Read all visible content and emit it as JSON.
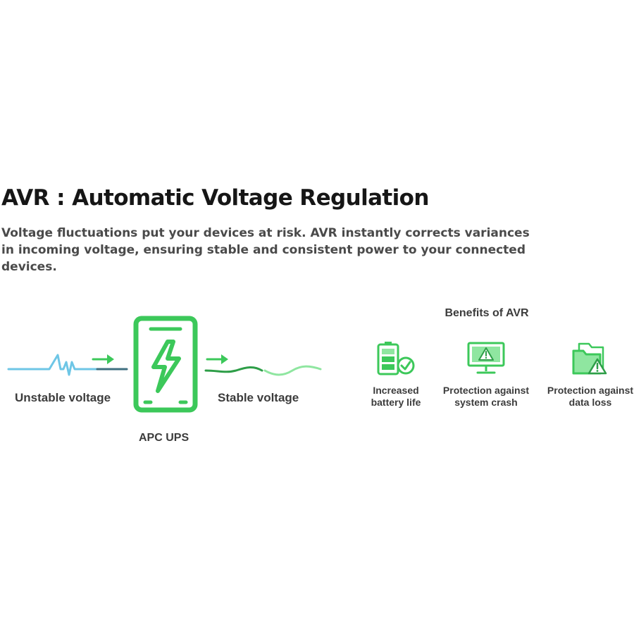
{
  "heading": {
    "title": "AVR : Automatic Voltage Regulation",
    "description": "Voltage fluctuations put your devices at risk. AVR instantly corrects variances in incoming voltage, ensuring stable and consistent power to your connected devices."
  },
  "diagram": {
    "input_label": "Unstable voltage",
    "device_label": "APC UPS",
    "output_label": "Stable voltage"
  },
  "benefits": {
    "title": "Benefits of AVR",
    "items": [
      {
        "line1": "Increased",
        "line2": "battery life",
        "icon": "battery-check-icon"
      },
      {
        "line1": "Protection against",
        "line2": "system crash",
        "icon": "monitor-warning-icon"
      },
      {
        "line1": "Protection against",
        "line2": "data loss",
        "icon": "folder-warning-icon"
      }
    ]
  },
  "colors": {
    "green": "#3cc85a",
    "light_green": "#8fe6a0",
    "dark_green": "#2e9e48",
    "blue": "#6ec6e6",
    "dark_teal": "#3f6f80",
    "text": "#3c3c3c"
  }
}
